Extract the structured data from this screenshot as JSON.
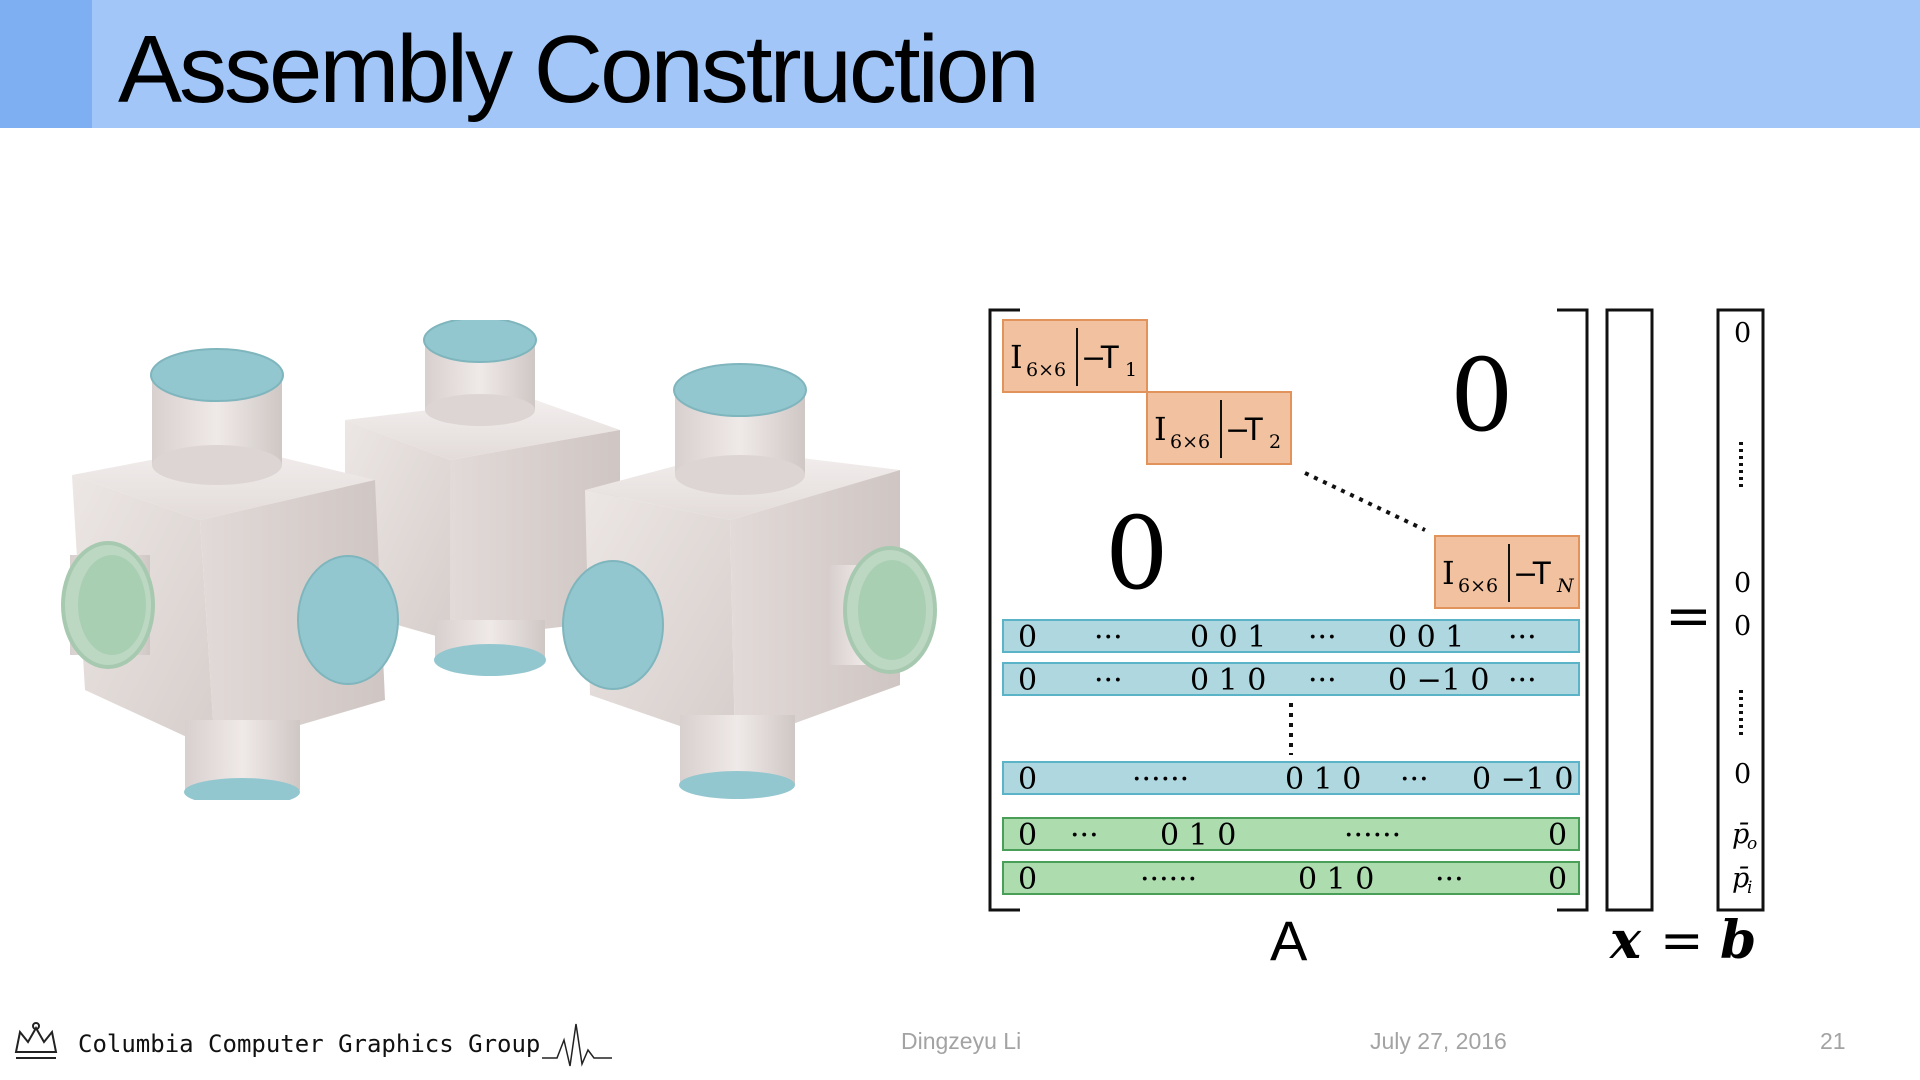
{
  "slide": {
    "title": "Assembly Construction",
    "colors": {
      "header": "#a2c6f7",
      "header_accent": "#7eaff3",
      "block_orange": "#f2c2a0",
      "row_blue": "#aed7df",
      "row_green": "#addcae"
    }
  },
  "figure": {
    "blocks": [
      {
        "ident": "I",
        "size": "6×6",
        "sep": "|−",
        "T": "T",
        "sub": "1"
      },
      {
        "ident": "I",
        "size": "6×6",
        "sep": "|−",
        "T": "T",
        "sub": "2"
      },
      {
        "ident": "I",
        "size": "6×6",
        "sep": "|−",
        "T": "T",
        "sub": "N"
      }
    ],
    "zero_upper": "0",
    "zero_lower": "0",
    "blue_rows": [
      [
        "0",
        "···",
        "0 0 1",
        "···",
        "0 0 1",
        "···"
      ],
      [
        "0",
        "···",
        "0 1 0",
        "···",
        "0 −1 0",
        "···"
      ],
      [
        "0",
        "······",
        "0 1 0",
        "···",
        "0 −1 0"
      ]
    ],
    "green_rows": [
      [
        "0",
        "···",
        "0 1 0",
        "······",
        "0"
      ],
      [
        "0",
        "······",
        "0 1 0",
        "···",
        "0"
      ]
    ],
    "matrix_label": "A",
    "equals": "=",
    "b_vector": [
      "0",
      "0",
      "0",
      "0",
      "p̄",
      "o",
      "p̄",
      "i"
    ],
    "equation": {
      "x": "x",
      "eq": "=",
      "b": "b"
    }
  },
  "footer": {
    "group_name": "Columbia Computer Graphics Group",
    "author": "Dingzeyu Li",
    "date": "July 27, 2016",
    "page": "21"
  }
}
